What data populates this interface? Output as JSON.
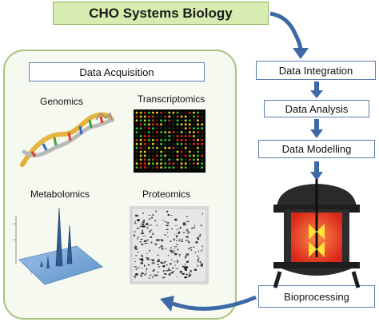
{
  "title": "CHO Systems Biology",
  "acquisition": {
    "header": "Data Acquisition",
    "genomics": "Genomics",
    "transcriptomics": "Transcriptomics",
    "metabolomics": "Metabolomics",
    "proteomics": "Proteomics"
  },
  "pipeline": {
    "integration": "Data Integration",
    "analysis": "Data Analysis",
    "modelling": "Data Modelling",
    "bioprocessing": "Bioprocessing"
  },
  "colors": {
    "title_bg": "#d6ecb0",
    "panel_border": "#a9c47a",
    "arrow": "#3d6aa6",
    "box_border": "#5b7fae",
    "reactor_red": "#e8381f",
    "reactor_yellow": "#ffe23a"
  },
  "icons": [
    "dna-helix-icon",
    "microarray-icon",
    "mass-spectrum-icon",
    "protein-gel-icon",
    "bioreactor-icon"
  ]
}
